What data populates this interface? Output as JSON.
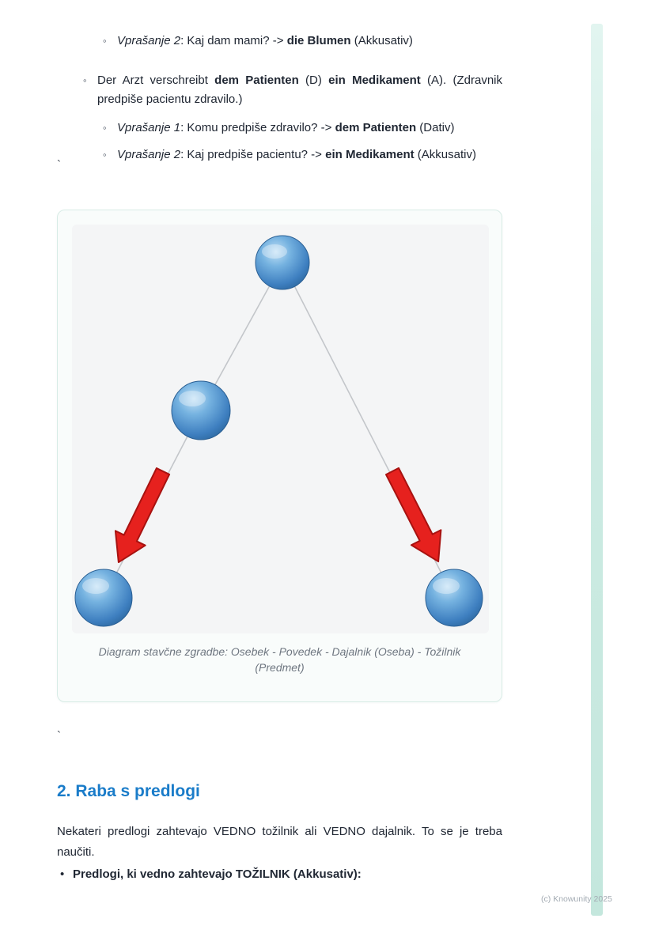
{
  "bullets": {
    "b1": {
      "lead_italic": "Vprašanje 2",
      "t1": ": Kaj dam mami? -> ",
      "bold1": "die Blumen",
      "t2": " (Akkusativ)"
    },
    "b2": {
      "t1": "Der Arzt verschreibt ",
      "bold1": "dem Patienten",
      "t2": " (D) ",
      "bold2": "ein Medikament",
      "t3": " (A). (Zdravnik predpiše pacientu zdravilo.)"
    },
    "b3": {
      "lead_italic": "Vprašanje 1",
      "t1": ": Komu predpiše zdravilo? -> ",
      "bold1": "dem Patienten",
      "t2": " (Dativ)"
    },
    "b4": {
      "lead_italic": "Vprašanje 2",
      "t1": ": Kaj predpiše pacientu? -> ",
      "bold1": "ein Medikament",
      "t2": " (Akkusativ)"
    },
    "b5": {
      "bold1": "Predlogi, ki vedno zahtevajo TOŽILNIK (Akkusativ):"
    }
  },
  "ticks": {
    "tick": "`"
  },
  "figure": {
    "caption": "Diagram stavčne zgradbe: Osebek - Povedek - Dajalnik (Oseba) - Tožilnik (Predmet)",
    "nodes": [
      "node-top",
      "node-middle",
      "node-bottom-left",
      "node-bottom-right"
    ],
    "arrow_icon": "red-arrow-icon"
  },
  "section": {
    "heading": "2. Raba s predlogi",
    "paragraph": "Nekateri predlogi zahtevajo VEDNO tožilnik ali VEDNO dajalnik. To se je treba naučiti."
  },
  "watermark": "(c) Knowunity 2025",
  "colors": {
    "heading_blue": "#1a7cc9",
    "accent_teal": "#cdebe3",
    "node_blue": "#3e7fc0",
    "arrow_red": "#e6211e",
    "card_bg": "#f9fcfb",
    "diagram_bg": "#f4f5f6"
  }
}
